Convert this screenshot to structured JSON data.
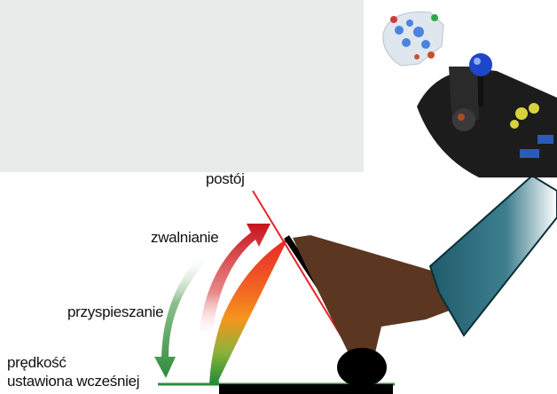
{
  "labels": {
    "stop": "postój",
    "slowing": "zwalnianie",
    "accelerating": "przyspieszanie",
    "preset_speed_line1": "prędkość",
    "preset_speed_line2": "ustawiona wcześniej"
  },
  "colors": {
    "background_top": "#e9eaea",
    "stop_line": "#e8242a",
    "arrow_slow": "#c8141c",
    "arrow_accel": "#2e8b3a",
    "baseline": "#2e8b3a",
    "sector_top": "#e8242a",
    "sector_mid": "#f7941d",
    "sector_bottom": "#1f8a3a",
    "shoe": "#5b3621",
    "leg": "#1f5b6b",
    "pedal": "#000000"
  }
}
